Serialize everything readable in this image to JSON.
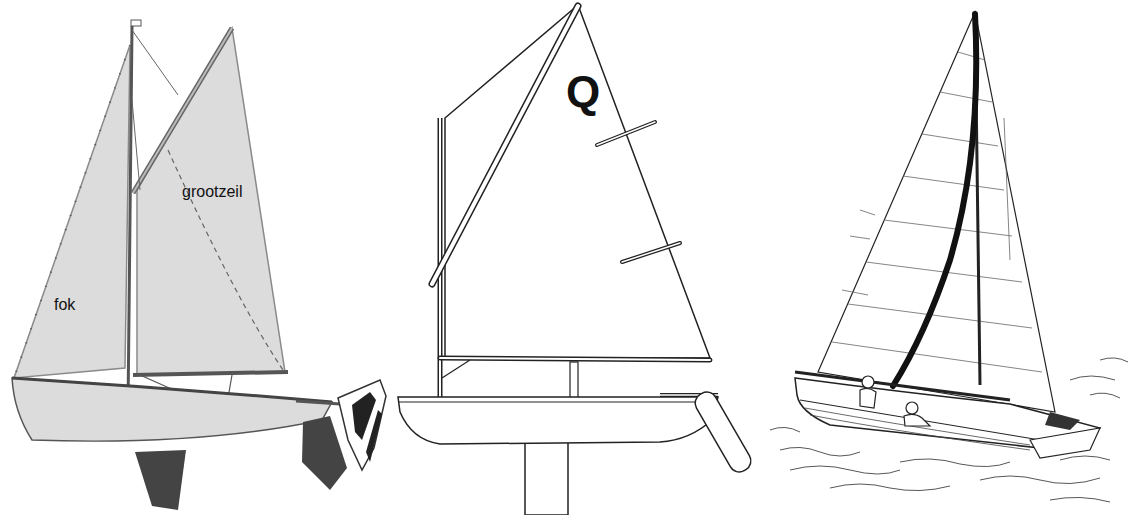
{
  "diagram": {
    "labels": [
      "fok",
      "grootzeil",
      "Q"
    ]
  }
}
